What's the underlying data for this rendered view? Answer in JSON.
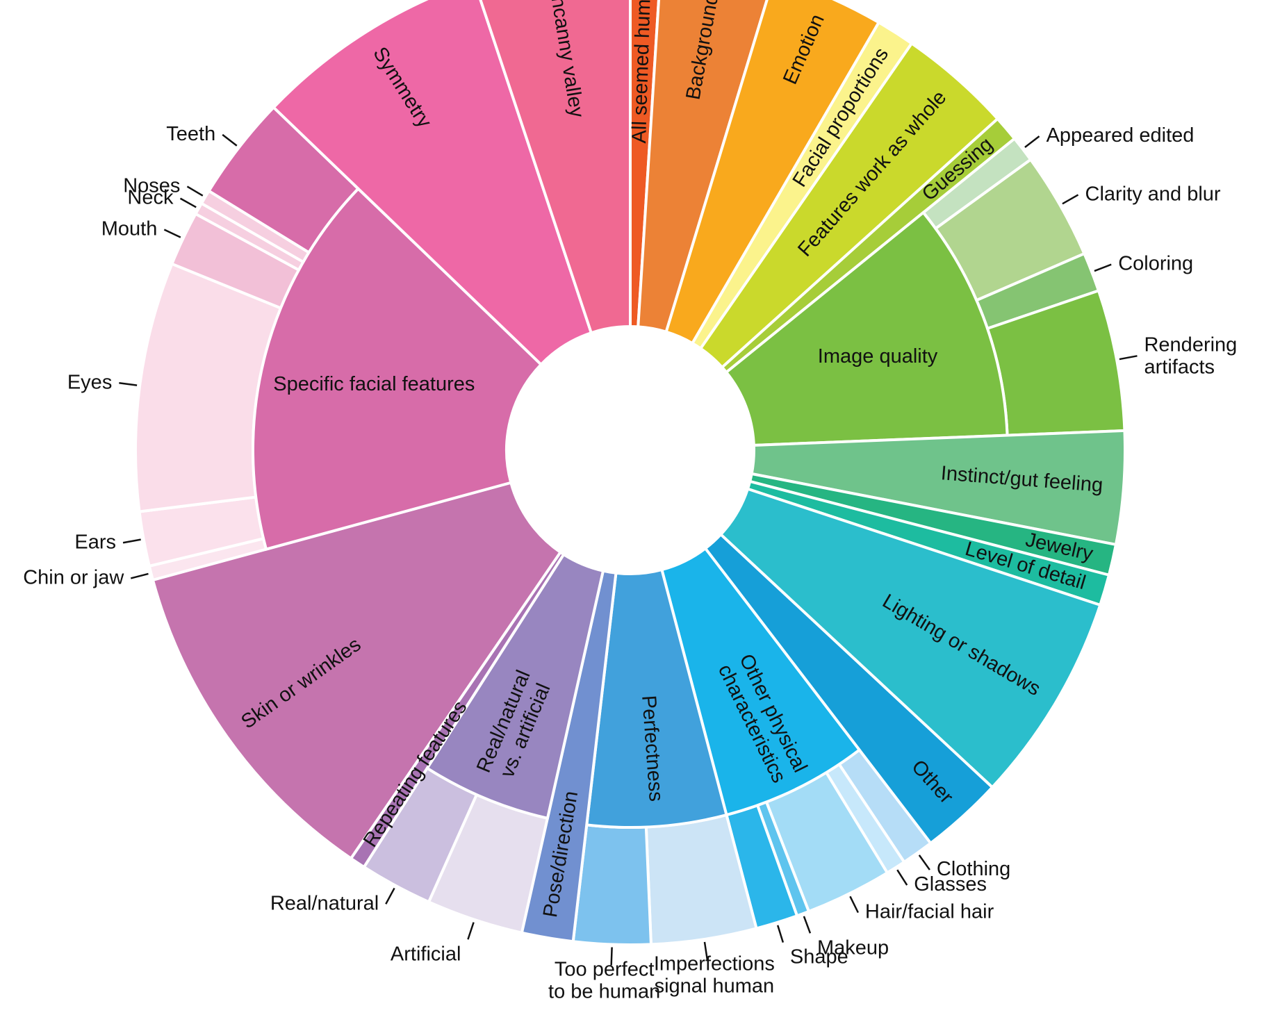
{
  "chart_data": {
    "type": "sunburst",
    "title": "",
    "inner": [
      {
        "label": "All seemed human",
        "value": 1.2,
        "color": "#ee5a24"
      },
      {
        "label": "Backgrounds",
        "value": 4.4,
        "color": "#ec8236"
      },
      {
        "label": "Emotion",
        "value": 4.4,
        "color": "#f9a91d"
      },
      {
        "label": "Facial proportions",
        "value": 1.5,
        "color": "#fbf38c"
      },
      {
        "label": "Features work as whole",
        "value": 4.4,
        "color": "#cad92c"
      },
      {
        "label": "Guessing",
        "value": 1.0,
        "color": "#a6cd39"
      },
      {
        "label": "Image quality",
        "value": 12.2,
        "color": "#7bc043"
      },
      {
        "label": "Instinct/gut feeling",
        "value": 4.4,
        "color": "#6fc38b"
      },
      {
        "label": "Jewelry",
        "value": 1.2,
        "color": "#26b582"
      },
      {
        "label": "Level of detail",
        "value": 1.2,
        "color": "#1dbca0"
      },
      {
        "label": "Lighting or shadows",
        "value": 8.2,
        "color": "#2bbecc"
      },
      {
        "label": "Other",
        "value": 3.2,
        "color": "#169fd8"
      },
      {
        "label": "Other physical characteristics",
        "value": 7.5,
        "color": "#1ab4ea"
      },
      {
        "label": "Perfectness",
        "value": 7.1,
        "color": "#41a1dc"
      },
      {
        "label": "Pose/direction",
        "value": 2.0,
        "color": "#7190d0"
      },
      {
        "label": "Real/natural vs. artificial",
        "value": 6.6,
        "color": "#9886c0"
      },
      {
        "label": "Repeating features",
        "value": 0.6,
        "color": "#a873b3"
      },
      {
        "label": "Skin or wrinkles",
        "value": 13.4,
        "color": "#c574ae"
      },
      {
        "label": "Specific facial features",
        "value": 19.6,
        "color": "#d76ca9"
      },
      {
        "label": "Symmetry",
        "value": 9.2,
        "color": "#ee68a6"
      },
      {
        "label": "Uncanny valley",
        "value": 6.1,
        "color": "#f06992"
      }
    ],
    "outer": [
      {
        "label": "Appeared edited",
        "parent": "Image quality",
        "value": 1.0,
        "color": "#c4e2c0"
      },
      {
        "label": "Clarity and blur",
        "parent": "Image quality",
        "value": 4.1,
        "color": "#b1d58f"
      },
      {
        "label": "Coloring",
        "parent": "Image quality",
        "value": 1.5,
        "color": "#85c472"
      },
      {
        "label": "Rendering artifacts",
        "parent": "Image quality",
        "value": 5.4,
        "color": "#7bc043"
      },
      {
        "label": "Clothing",
        "parent": "Other physical characteristics",
        "value": 1.3,
        "color": "#b6ddf7"
      },
      {
        "label": "Glasses",
        "parent": "Other physical characteristics",
        "value": 0.8,
        "color": "#c7e8fb"
      },
      {
        "label": "Hair/facial hair",
        "parent": "Other physical characteristics",
        "value": 3.5,
        "color": "#a3dcf6"
      },
      {
        "label": "Makeup",
        "parent": "Other physical characteristics",
        "value": 0.5,
        "color": "#5ec4ee"
      },
      {
        "label": "Shape",
        "parent": "Other physical characteristics",
        "value": 1.7,
        "color": "#2bb6ea"
      },
      {
        "label": "Imperfections signal human",
        "parent": "Perfectness",
        "value": 4.1,
        "color": "#cce4f6"
      },
      {
        "label": "Too perfect to be human",
        "parent": "Perfectness",
        "value": 3.0,
        "color": "#7dc2ee"
      },
      {
        "label": "Artificial",
        "parent": "Real/natural vs. artificial",
        "value": 4.4,
        "color": "#e6dfee"
      },
      {
        "label": "Real/natural",
        "parent": "Real/natural vs. artificial",
        "value": 3.3,
        "color": "#cbbfdf"
      },
      {
        "label": "Chin or jaw",
        "parent": "Specific facial features",
        "value": 0.6,
        "color": "#fbe6ef"
      },
      {
        "label": "Ears",
        "parent": "Specific facial features",
        "value": 2.3,
        "color": "#fbe1ec"
      },
      {
        "label": "Eyes",
        "parent": "Specific facial features",
        "value": 10.5,
        "color": "#fadde9"
      },
      {
        "label": "Mouth",
        "parent": "Specific facial features",
        "value": 2.3,
        "color": "#f2c0d7"
      },
      {
        "label": "Neck",
        "parent": "Specific facial features",
        "value": 0.5,
        "color": "#f6cfe0"
      },
      {
        "label": "Noses",
        "parent": "Specific facial features",
        "value": 0.6,
        "color": "#f6cfe0"
      },
      {
        "label": "Teeth",
        "parent": "Specific facial features",
        "value": 4.4,
        "color": "#d76ca9"
      }
    ]
  }
}
